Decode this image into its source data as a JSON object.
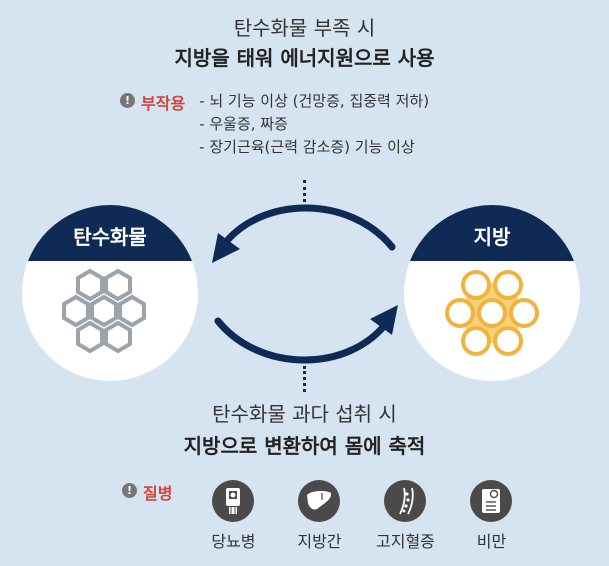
{
  "top": {
    "line1": "탄수화물 부족 시",
    "line2": "지방을 태워 에너지원으로 사용"
  },
  "side_effects": {
    "icon": "exclamation-icon",
    "label": "부작용",
    "items": [
      "- 뇌 기능 이상 (건망증, 집중력 저하)",
      "- 우울증, 짜증",
      "- 장기근육(근력 감소증) 기능 이상"
    ]
  },
  "nodes": {
    "left": {
      "label": "탄수화물",
      "icon": "hexagon-cluster-icon",
      "color": "#9da3ab"
    },
    "right": {
      "label": "지방",
      "icon": "circle-cluster-icon",
      "color": "#f2b33d"
    }
  },
  "bottom": {
    "line1": "탄수화물 과다 섭취 시",
    "line2": "지방으로 변환하여 몸에 축적"
  },
  "diseases": {
    "icon": "exclamation-icon",
    "label": "질병",
    "items": [
      {
        "label": "당뇨병",
        "icon": "glucose-meter-icon"
      },
      {
        "label": "지방간",
        "icon": "liver-icon"
      },
      {
        "label": "고지혈증",
        "icon": "blood-vessel-icon"
      },
      {
        "label": "비만",
        "icon": "scale-icon"
      }
    ]
  },
  "colors": {
    "background": "#d6e4f1",
    "navy": "#0f2b55",
    "warning_red": "#d2453a",
    "hexagon_gray": "#9da3ab",
    "fat_orange": "#f2b33d",
    "icon_dark": "#4a4a4a"
  }
}
